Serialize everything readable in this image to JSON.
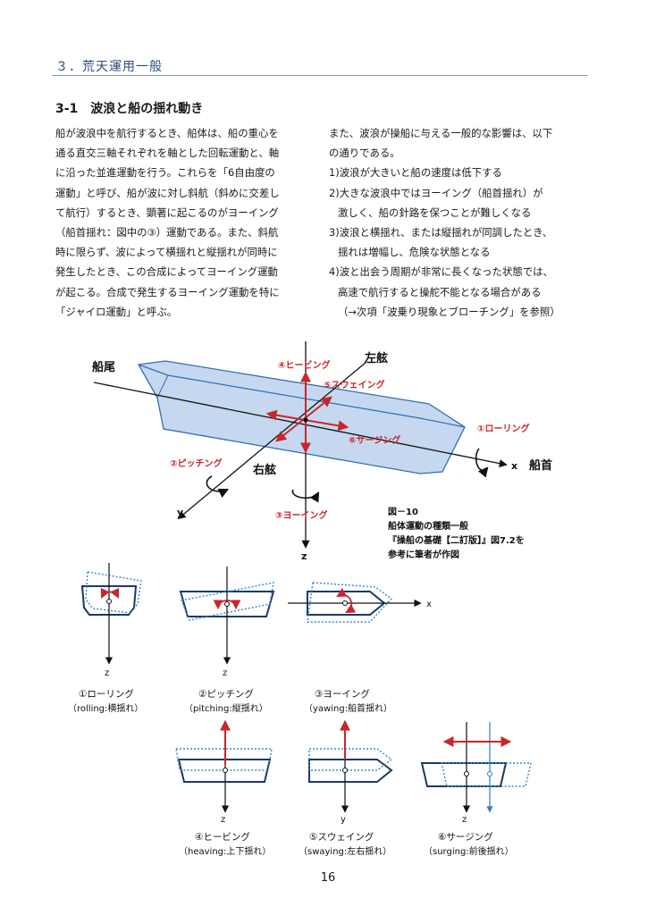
{
  "header": {
    "chapter_title": "３．荒天運用一般",
    "section_title": "3-1　波浪と船の揺れ動き"
  },
  "body_left": [
    "船が波浪中を航行するとき、船体は、船の重心を",
    "通る直交三軸それぞれを軸とした回転運動と、軸",
    "に沿った並進運動を行う。これらを「6自由度の",
    "運動」と呼び、船が波に対し斜航（斜めに交差し",
    "て航行）するとき、顕著に起こるのがヨーイング",
    "（船首揺れ：図中の③）運動である。また、斜航",
    "時に限らず、波によって横揺れと縦揺れが同時に",
    "発生したとき、この合成によってヨーイング運動",
    "が起こる。合成で発生するヨーイング運動を特に",
    "「ジャイロ運動」と呼ぶ。"
  ],
  "body_right": {
    "intro": [
      "また、波浪が操船に与える一般的な影響は、以下",
      "の通りである。"
    ],
    "items": [
      "1)波浪が大きいと船の速度は低下する",
      "2)大きな波浪中ではヨーイング（船首揺れ）が",
      "3)波浪と横揺れ、または縦揺れが同調したとき、",
      "4)波と出会う周期が非常に長くなった状態では、"
    ],
    "continuations": [
      "激しく、船の針路を保つことが難しくなる",
      "揺れは増幅し、危険な状態となる",
      "高速で航行すると操舵不能となる場合がある"
    ],
    "note": "（→次項「波乗り現象とブローチング」を参照）"
  },
  "diagram": {
    "stern": "船尾",
    "port": "左舷",
    "starboard": "右舷",
    "bow": "船首",
    "x_axis": "x",
    "y_axis": "y",
    "z_axis": "z",
    "motions": {
      "rolling": "①ローリング",
      "pitching": "②ピッチング",
      "yawing": "③ヨーイング",
      "heaving": "④ヒービング",
      "swaying": "⑤スウェイング",
      "surging": "⑥サージング"
    },
    "caption": [
      "図－10",
      "船体運動の種類一般",
      "『操船の基礎【二訂版】』図7.2を",
      "参考に筆者が作図"
    ]
  },
  "sub_figures": [
    {
      "name": "①ローリング",
      "desc": "（rolling:横揺れ）",
      "axis": "z"
    },
    {
      "name": "②ピッチング",
      "desc": "（pitching:縦揺れ）",
      "axis": "z"
    },
    {
      "name": "③ヨーイング",
      "desc": "（yawing:船首揺れ）",
      "axis": "x"
    },
    {
      "name": "④ヒービング",
      "desc": "（heaving:上下揺れ）",
      "axis": "z"
    },
    {
      "name": "⑤スウェイング",
      "desc": "（swaying:左右揺れ）",
      "axis": "y"
    },
    {
      "name": "⑥サージング",
      "desc": "（surging:前後揺れ）",
      "axis": "z"
    }
  ],
  "page_number": "16",
  "colors": {
    "accent": "#2b4a7a",
    "red": "#c8262c",
    "hull_fill": "#c6d8ef",
    "hull_edge": "#2f6fb5",
    "dotted": "#3a86c8"
  }
}
